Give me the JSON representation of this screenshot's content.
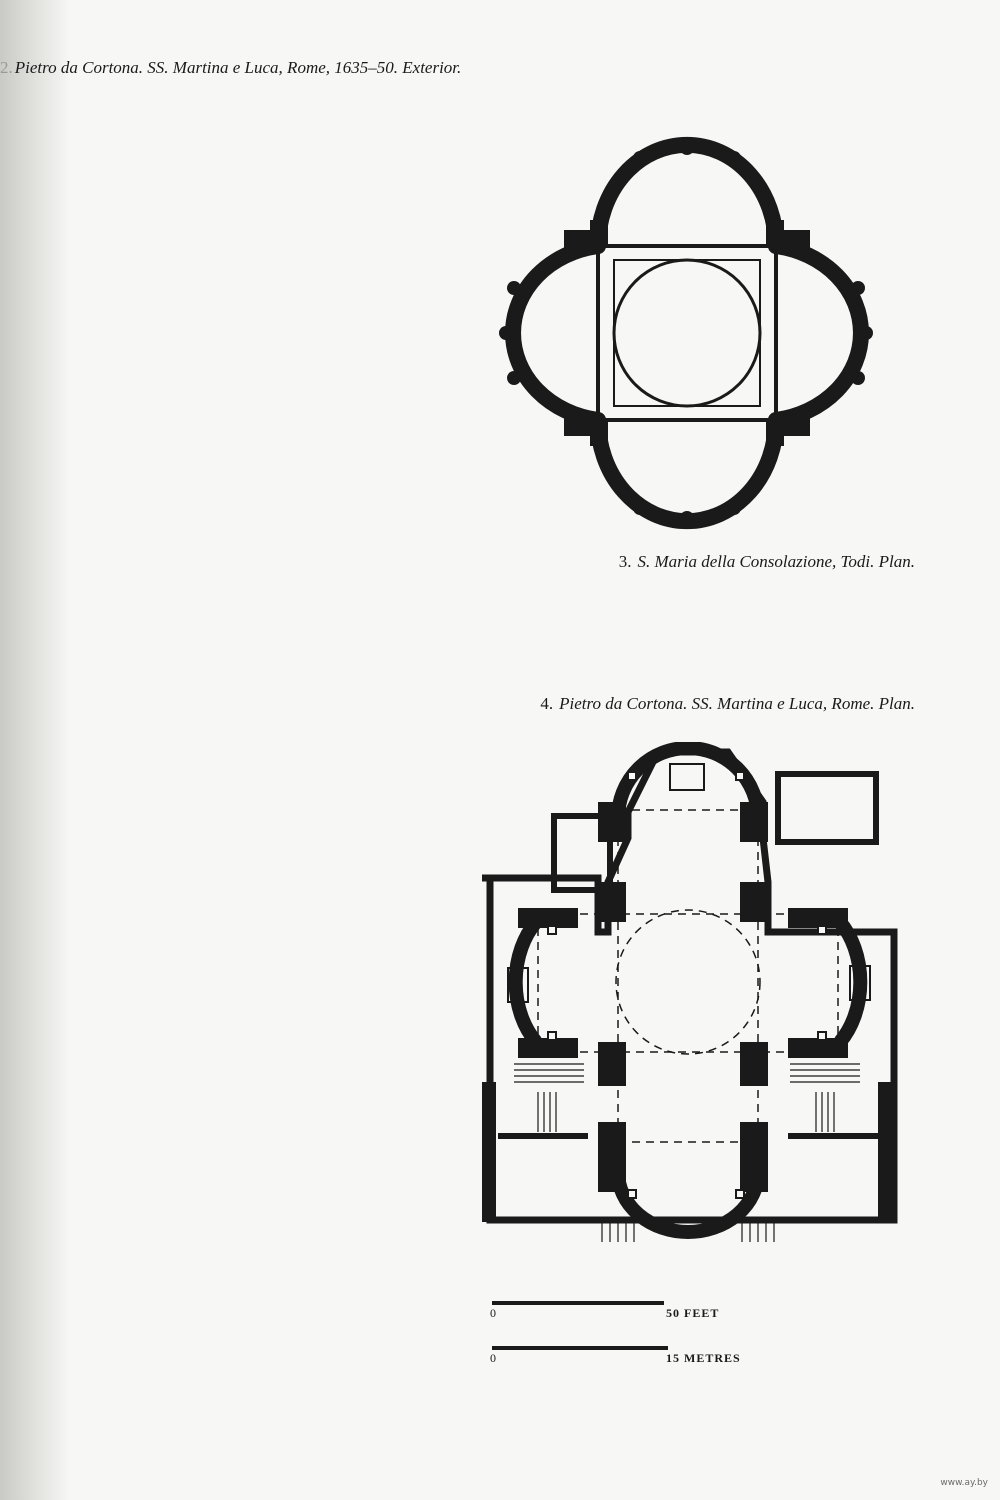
{
  "captions": {
    "fig2": {
      "number": "2.",
      "text": "Pietro da Cortona. SS. Martina e Luca, Rome, 1635–50. Exterior."
    },
    "fig3": {
      "number": "3.",
      "text": "S. Maria della Consolazione, Todi. Plan."
    },
    "fig4": {
      "number": "4.",
      "text": "Pietro da Cortona. SS. Martina e Luca, Rome. Plan."
    }
  },
  "scales": [
    {
      "zero": "0",
      "value": "50",
      "unit": "FEET"
    },
    {
      "zero": "0",
      "value": "15",
      "unit": "METRES"
    }
  ],
  "watermark": "www.ay.by",
  "colors": {
    "ink": "#1a1a1a",
    "paper": "#f7f7f5"
  }
}
